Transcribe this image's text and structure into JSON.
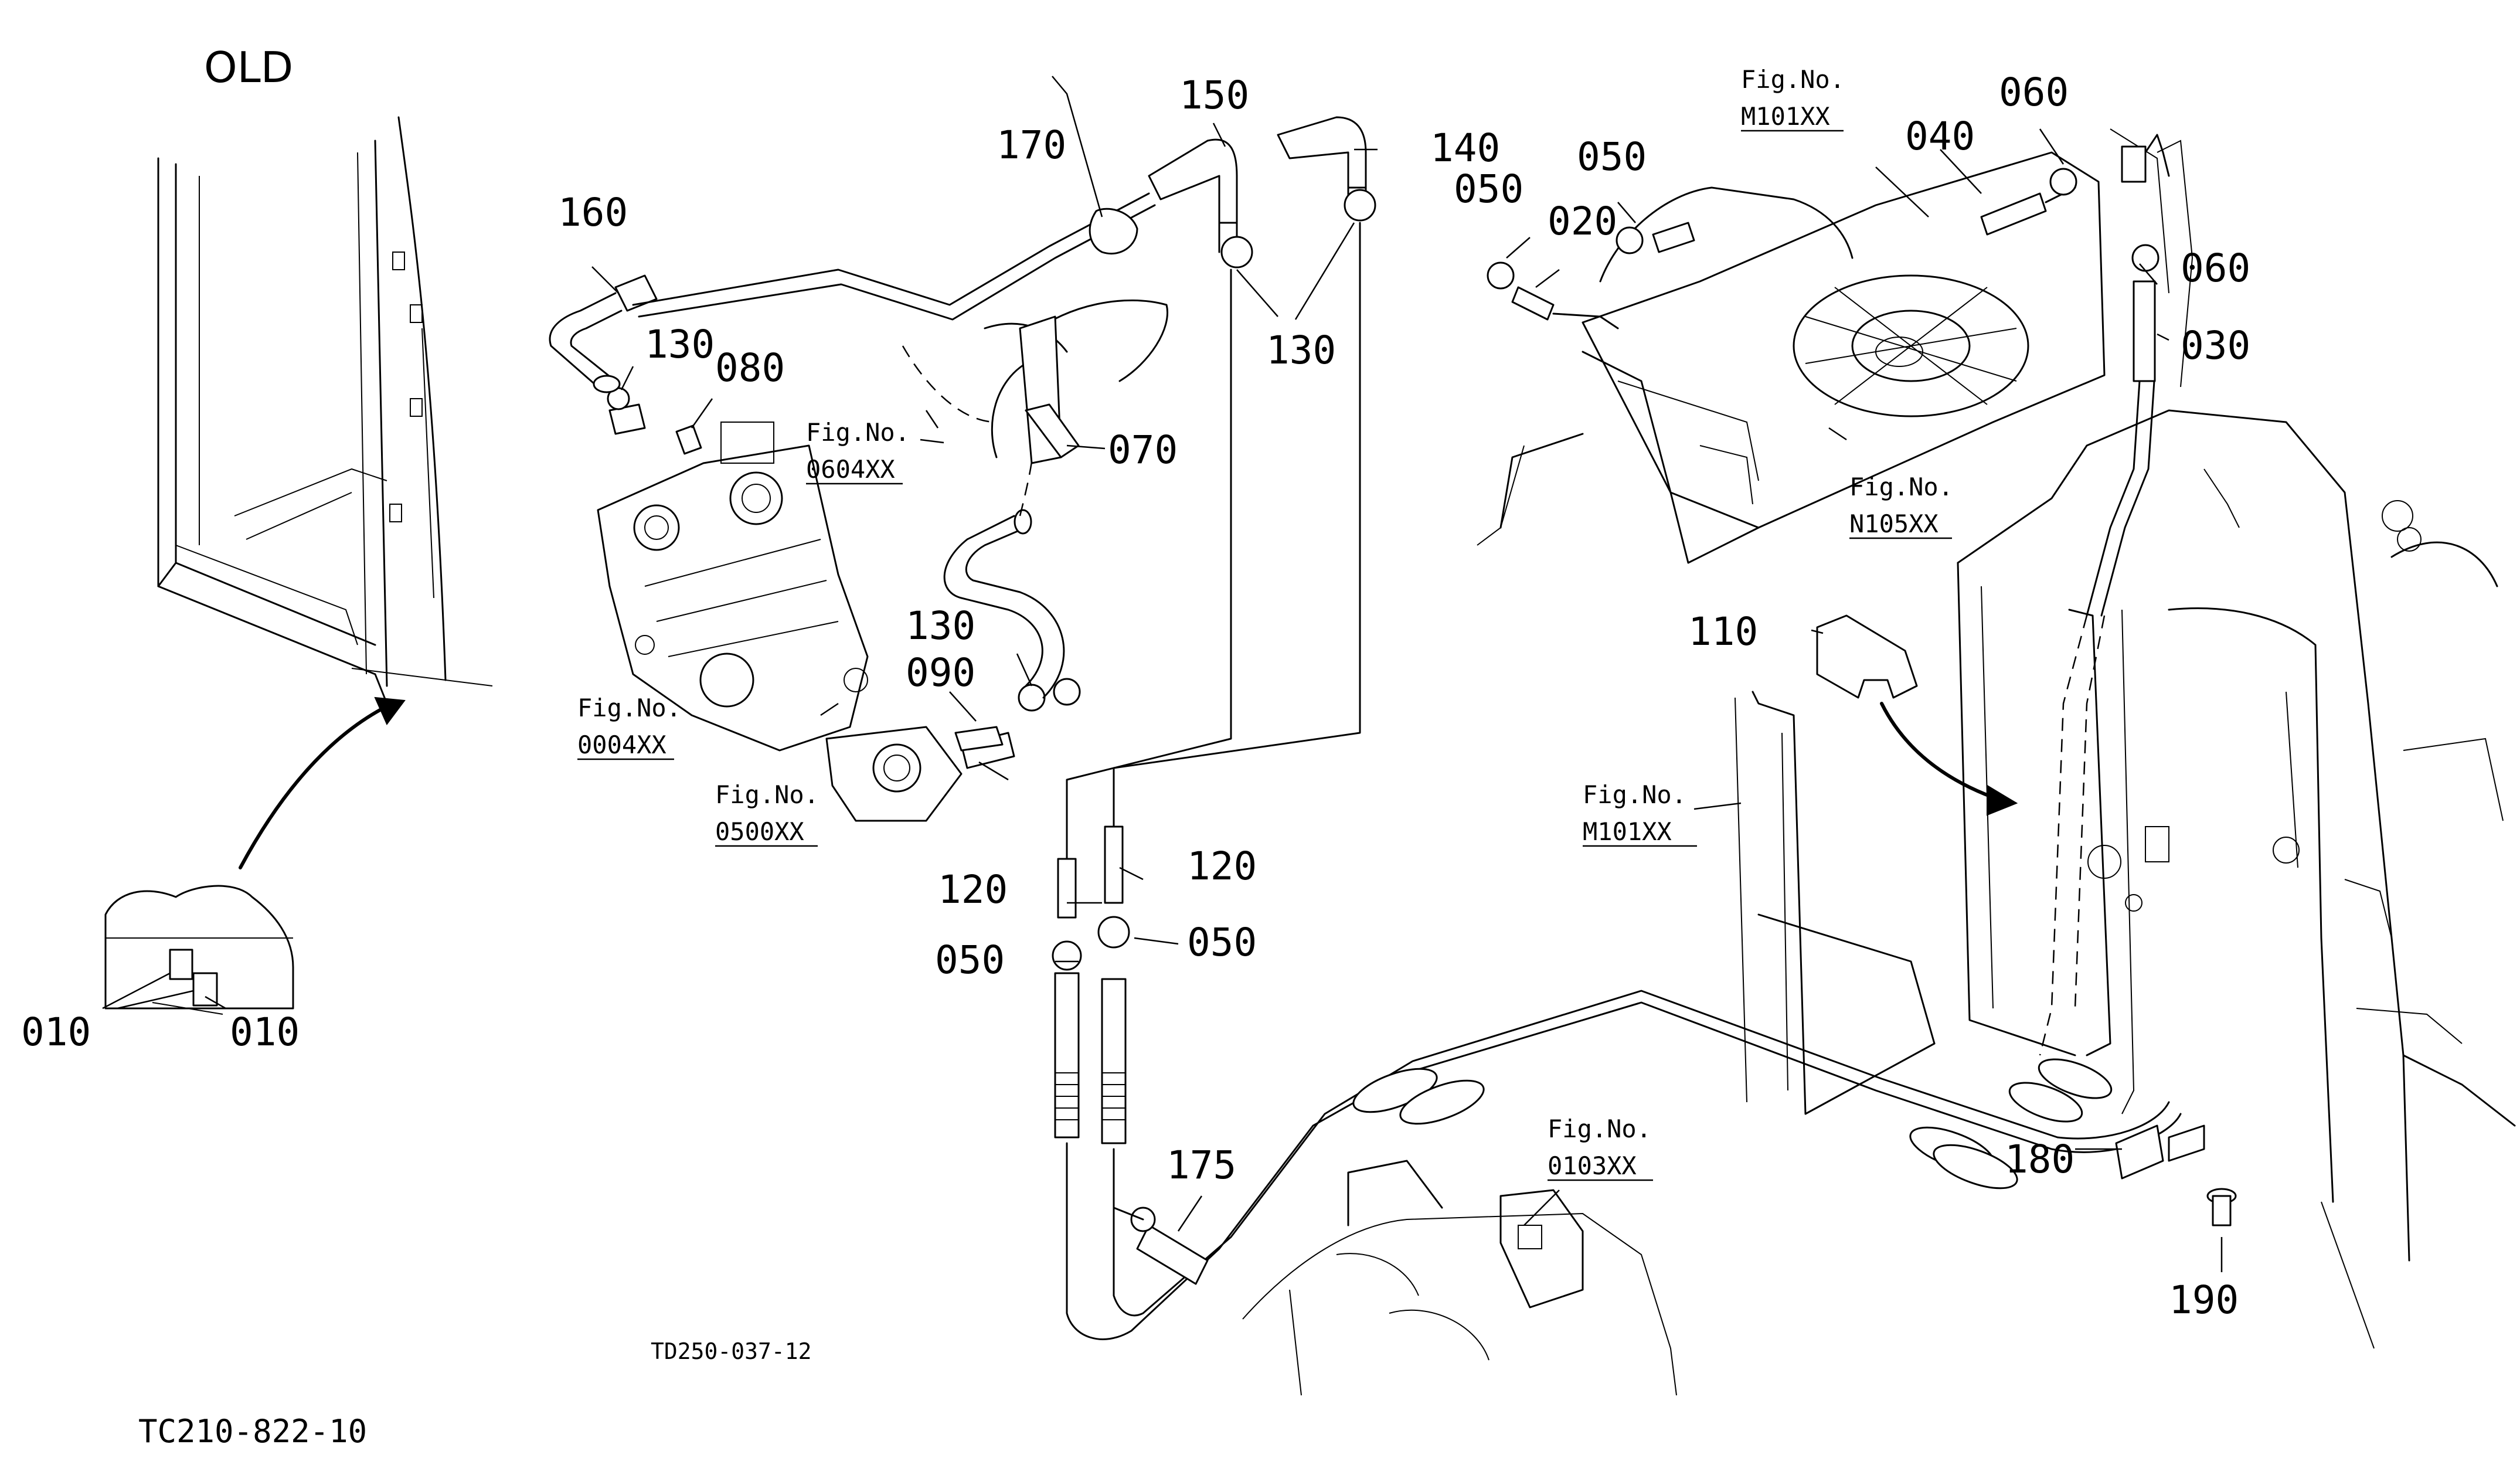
{
  "header": {
    "label": "OLD"
  },
  "codes": {
    "diagram_code": "TD250-037-12",
    "sheet_code": "TC210-822-10"
  },
  "callouts": {
    "c010a": "010",
    "c010b": "010",
    "c020": "020",
    "c030": "030",
    "c040": "040",
    "c050a": "050",
    "c050b": "050",
    "c050c": "050",
    "c050d": "050",
    "c060a": "060",
    "c060b": "060",
    "c070": "070",
    "c080": "080",
    "c090": "090",
    "c110": "110",
    "c120a": "120",
    "c120b": "120",
    "c130a": "130",
    "c130b": "130",
    "c130c": "130",
    "c140": "140",
    "c150": "150",
    "c160": "160",
    "c170": "170",
    "c175": "175",
    "c180": "180",
    "c190": "190"
  },
  "figrefs": {
    "f0604": {
      "label": "Fig.No.",
      "code": "0604XX"
    },
    "f0004": {
      "label": "Fig.No.",
      "code": "0004XX"
    },
    "f0500": {
      "label": "Fig.No.",
      "code": "0500XX"
    },
    "fM101top": {
      "label": "Fig.No.",
      "code": "M101XX"
    },
    "fN105": {
      "label": "Fig.No.",
      "code": "N105XX"
    },
    "fM101right": {
      "label": "Fig.No.",
      "code": "M101XX"
    },
    "f0103": {
      "label": "Fig.No.",
      "code": "0103XX"
    }
  }
}
